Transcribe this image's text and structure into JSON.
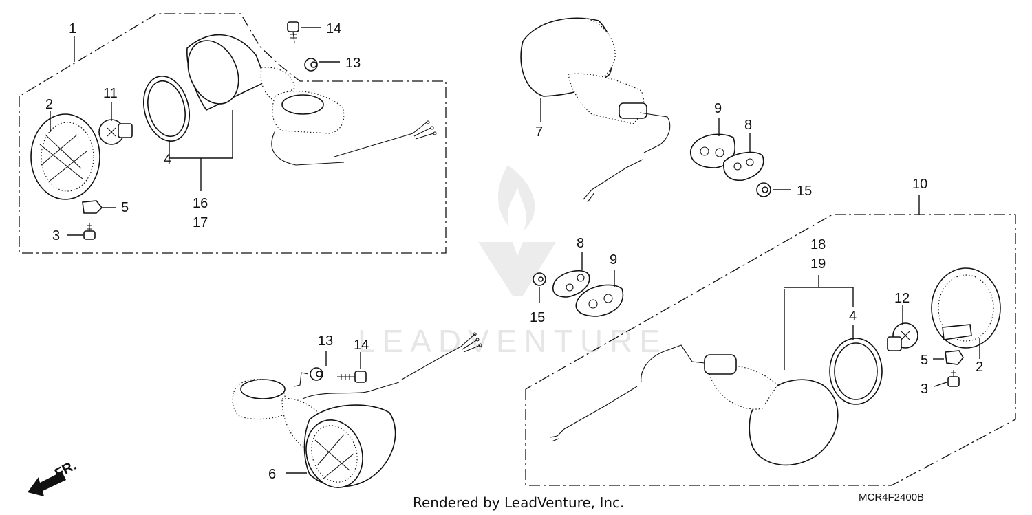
{
  "watermark": {
    "text": "LEADVENTURE"
  },
  "footer": {
    "credit": "Rendered by LeadVenture, Inc.",
    "diagram_code": "MCR4F2400B"
  },
  "direction": {
    "label": "FR."
  },
  "callouts": {
    "tl_1": "1",
    "tl_2": "2",
    "tl_11": "11",
    "tl_4": "4",
    "tl_5": "5",
    "tl_3": "3",
    "tl_16": "16",
    "tl_17": "17",
    "tl_14": "14",
    "tl_13": "13",
    "tr_7": "7",
    "tr_9": "9",
    "tr_8": "8",
    "tr_15": "15",
    "mid_8": "8",
    "mid_9": "9",
    "mid_15": "15",
    "bl_13": "13",
    "bl_14": "14",
    "bl_6": "6",
    "br_10": "10",
    "br_18": "18",
    "br_19": "19",
    "br_4": "4",
    "br_12": "12",
    "br_5": "5",
    "br_2": "2",
    "br_3": "3"
  }
}
